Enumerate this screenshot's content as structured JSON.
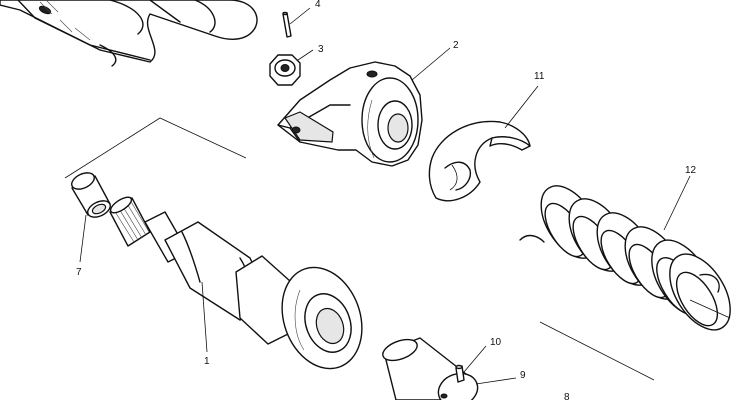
{
  "callouts": {
    "c1": "1",
    "c2": "2",
    "c3": "3",
    "c4": "4",
    "c7": "7",
    "c8": "8",
    "c9": "9",
    "c10": "10",
    "c11": "11",
    "c12": "12"
  }
}
